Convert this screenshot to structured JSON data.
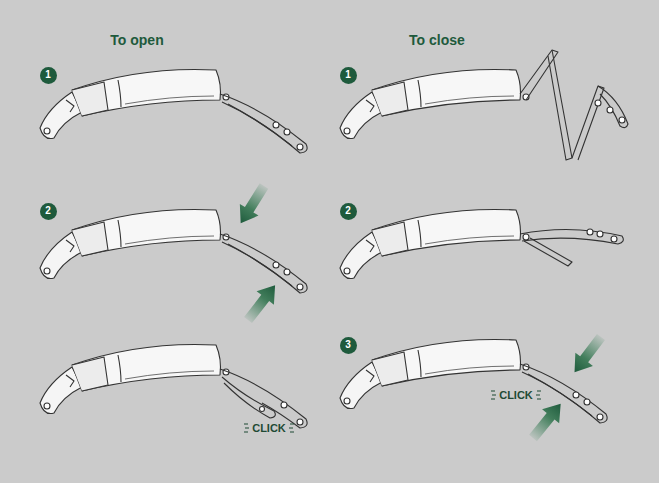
{
  "diagram": {
    "nodes": [
      {
        "text": [
          "1"
        ]
      },
      {
        "text": [
          "2"
        ]
      },
      {
        "text": [
          "1"
        ]
      },
      {
        "text": [
          "2"
        ]
      },
      {
        "text": [
          "3"
        ]
      }
    ],
    "labels": [
      "To open",
      "To close",
      "CLICK",
      "CLICK"
    ]
  }
}
